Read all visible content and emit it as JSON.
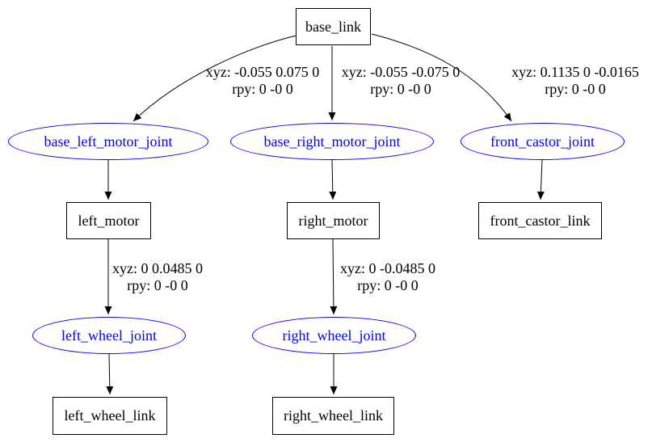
{
  "colors": {
    "joint_node_outline": "#0000ff",
    "joint_node_text": "#0000ff",
    "link_node_outline": "#000000",
    "link_node_text": "#000000",
    "edge": "#000000",
    "background": "#ffffff"
  },
  "nodes": {
    "base_link": "base_link",
    "base_left_motor_joint": "base_left_motor_joint",
    "base_right_motor_joint": "base_right_motor_joint",
    "front_castor_joint": "front_castor_joint",
    "left_motor": "left_motor",
    "right_motor": "right_motor",
    "front_castor_link": "front_castor_link",
    "left_wheel_joint": "left_wheel_joint",
    "right_wheel_joint": "right_wheel_joint",
    "left_wheel_link": "left_wheel_link",
    "right_wheel_link": "right_wheel_link"
  },
  "edge_labels": {
    "base_to_left_motor_joint": {
      "xyz": "xyz: -0.055 0.075 0",
      "rpy": "rpy: 0 -0 0"
    },
    "base_to_right_motor_joint": {
      "xyz": "xyz: -0.055 -0.075 0",
      "rpy": "rpy: 0 -0 0"
    },
    "base_to_front_castor_joint": {
      "xyz": "xyz: 0.1135 0 -0.0165",
      "rpy": "rpy: 0 -0 0"
    },
    "left_motor_to_wheel_joint": {
      "xyz": "xyz: 0 0.0485 0",
      "rpy": "rpy: 0 -0 0"
    },
    "right_motor_to_wheel_joint": {
      "xyz": "xyz: 0 -0.0485 0",
      "rpy": "rpy: 0 -0 0"
    }
  },
  "edges": [
    {
      "from": "base_link",
      "to": "base_left_motor_joint"
    },
    {
      "from": "base_link",
      "to": "base_right_motor_joint"
    },
    {
      "from": "base_link",
      "to": "front_castor_joint"
    },
    {
      "from": "base_left_motor_joint",
      "to": "left_motor"
    },
    {
      "from": "base_right_motor_joint",
      "to": "right_motor"
    },
    {
      "from": "front_castor_joint",
      "to": "front_castor_link"
    },
    {
      "from": "left_motor",
      "to": "left_wheel_joint"
    },
    {
      "from": "right_motor",
      "to": "right_wheel_joint"
    },
    {
      "from": "left_wheel_joint",
      "to": "left_wheel_link"
    },
    {
      "from": "right_wheel_joint",
      "to": "right_wheel_link"
    }
  ]
}
